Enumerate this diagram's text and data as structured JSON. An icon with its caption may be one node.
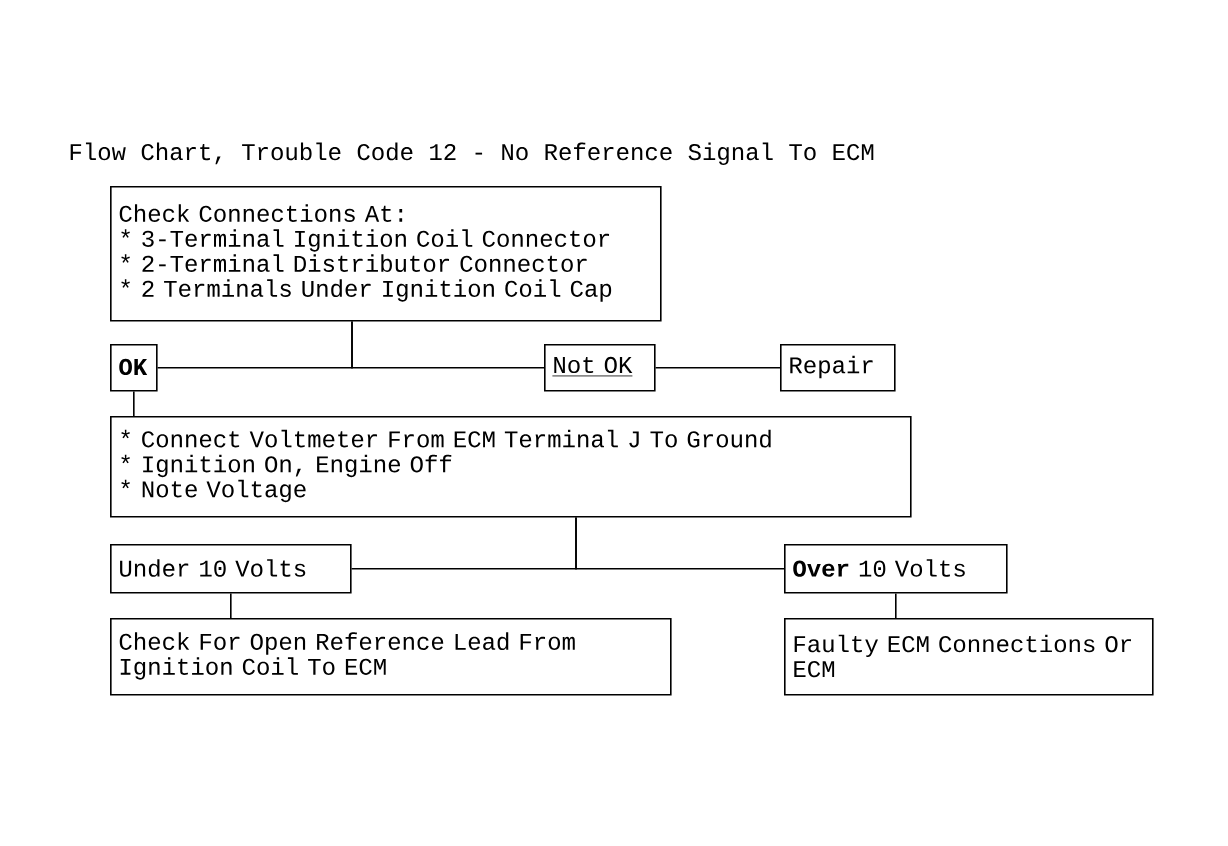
{
  "diagram": {
    "title": "Flow Chart, Trouble Code 12 - No Reference Signal To ECM",
    "nodes": [
      {
        "text": [
          "Check Connections At:",
          "* 3-Terminal Ignition Coil Connector",
          "* 2-Terminal Distributor Connector",
          "* 2 Terminals Under Ignition Coil Cap"
        ]
      },
      {
        "text": [
          "OK"
        ]
      },
      {
        "text": [
          "Not OK"
        ]
      },
      {
        "text": [
          "Repair"
        ]
      },
      {
        "text": [
          "* Connect Voltmeter From ECM Terminal J To Ground",
          "* Ignition On, Engine Off",
          "* Note Voltage"
        ]
      },
      {
        "text": [
          "Under 10 Volts"
        ]
      },
      {
        "text": [
          "**Over** 10 Volts"
        ]
      },
      {
        "text": [
          "Check For Open Reference Lead From Ignition Coil To ECM"
        ]
      },
      {
        "text": [
          "Faulty ECM Connections Or ECM"
        ]
      }
    ],
    "edges": [
      {
        "from": 0,
        "to": 1,
        "arrow": "none"
      },
      {
        "from": 0,
        "to": 2,
        "arrow": "none"
      },
      {
        "from": 2,
        "to": 3,
        "arrow": "none"
      },
      {
        "from": 1,
        "to": 4,
        "arrow": "none"
      },
      {
        "from": 4,
        "to": 5,
        "arrow": "none"
      },
      {
        "from": 4,
        "to": 6,
        "arrow": "none"
      },
      {
        "from": 5,
        "to": 7,
        "arrow": "none"
      },
      {
        "from": 6,
        "to": 8,
        "arrow": "none"
      }
    ]
  }
}
